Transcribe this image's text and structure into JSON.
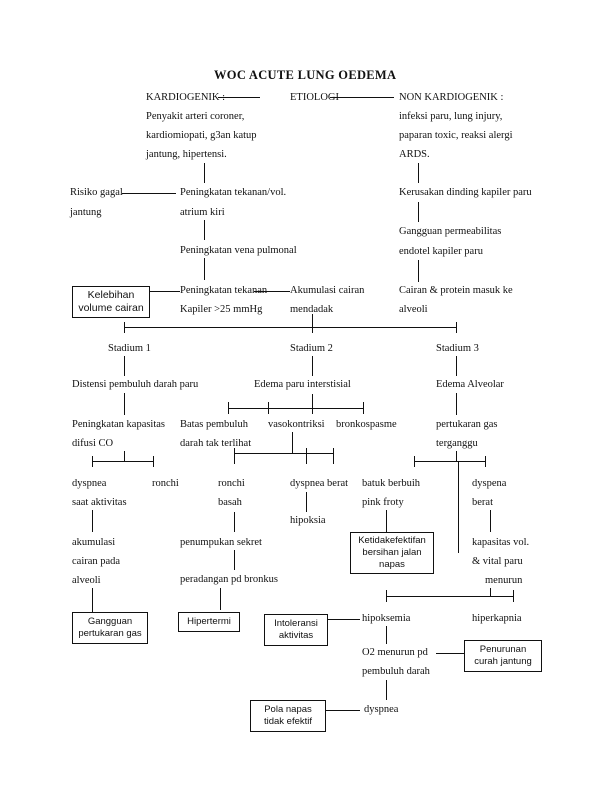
{
  "title": "WOC ACUTE LUNG OEDEMA",
  "header": {
    "kardiogenik": "KARDIOGENIK :",
    "etiologi": "ETIOLOGI",
    "non_kardiogenik": "NON KARDIOGENIK :"
  },
  "kardio_causes": [
    "Penyakit arteri coroner,",
    "kardiomiopati, g3an katup",
    "jantung, hipertensi."
  ],
  "non_kardio_causes": [
    "infeksi paru, lung injury,",
    "paparan toxic, reaksi alergi",
    "ARDS."
  ],
  "left_chain": {
    "risiko": [
      "Risiko gagal",
      "jantung"
    ],
    "tekanan_atrium": [
      "Peningkatan tekanan/vol.",
      "atrium kiri"
    ],
    "vena_pulmonal": "Peningkatan vena pulmonal",
    "tekanan_kapiler": [
      "Peningkatan tekanan",
      "Kapiler >25 mmHg"
    ],
    "akumulasi": [
      "Akumulasi cairan",
      "mendadak"
    ]
  },
  "right_chain": {
    "kerusakan": "Kerusakan dinding kapiler paru",
    "permeabilitas": [
      "Gangguan permeabilitas",
      "endotel kapiler paru"
    ],
    "cairan_protein": [
      "Cairan & protein masuk ke",
      "alveoli"
    ]
  },
  "stadium": [
    "Stadium 1",
    "Stadium 2",
    "Stadium 3"
  ],
  "stadium1": {
    "distensi": "Distensi pembuluh darah paru",
    "kapasitas": [
      "Peningkatan kapasitas",
      "difusi CO"
    ],
    "dyspnea": [
      "dyspnea",
      "saat aktivitas"
    ],
    "ronchi": "ronchi",
    "akumulasi": [
      "akumulasi",
      "cairan pada",
      "alveoli"
    ]
  },
  "stadium2": {
    "edema": "Edema paru interstisial",
    "batas": [
      "Batas pembuluh",
      "darah tak terlihat"
    ],
    "vasokontriksi": "vasokontriksi",
    "bronkospasme": "bronkospasme",
    "ronchi_basah": [
      "ronchi",
      "basah"
    ],
    "dyspnea_berat": "dyspnea berat",
    "hipoksia": "hipoksia",
    "penumpukan": "penumpukan sekret",
    "peradangan": "peradangan pd bronkus"
  },
  "stadium3": {
    "edema_alveolar": "Edema Alveolar",
    "pertukaran": [
      "pertukaran gas",
      "terganggu"
    ],
    "batuk": [
      "batuk berbuih",
      "pink froty"
    ],
    "dyspena_berat": [
      "dyspena",
      "berat"
    ],
    "kapasitas_vital": [
      "kapasitas vol.",
      "& vital paru",
      "menurun"
    ],
    "hipoksemia": "hipoksemia",
    "hiperkapnia": "hiperkapnia",
    "o2_menurun": [
      "O2 menurun pd",
      "pembuluh darah"
    ],
    "dyspnea": "dyspnea"
  },
  "diagnoses": {
    "kelebihan": [
      "Kelebihan",
      "volume cairan"
    ],
    "gangguan": [
      "Gangguan",
      "pertukaran gas"
    ],
    "hipertermi": "Hipertermi",
    "intoleransi": [
      "Intoleransi",
      "aktivitas"
    ],
    "ketidakefektifan": [
      "Ketidakefektifan",
      "bersihan jalan",
      "napas"
    ],
    "penurunan": [
      "Penurunan",
      "curah jantung"
    ],
    "pola_napas": [
      "Pola napas",
      "tidak efektif"
    ]
  }
}
